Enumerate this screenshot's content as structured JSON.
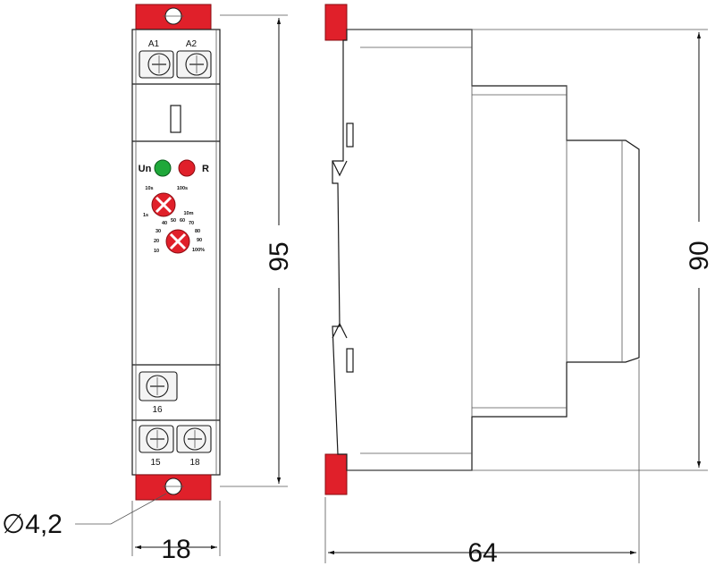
{
  "front_view": {
    "terminals_top": [
      "A1",
      "A2"
    ],
    "terminals_bottom_single": "16",
    "terminals_bottom_pair": [
      "15",
      "18"
    ],
    "led_labels": [
      "Un",
      "R"
    ],
    "led_colors": {
      "un": "#1fa83a",
      "r": "#e0202a"
    },
    "dial_time_labels": [
      "10s",
      "100s",
      "1s",
      "10m"
    ],
    "dial_percent_labels": [
      "40",
      "50",
      "60",
      "70",
      "30",
      "80",
      "20",
      "90",
      "10",
      "100%"
    ]
  },
  "dimensions": {
    "height_front": "95",
    "width_front": "18",
    "height_side": "90",
    "depth_side": "64",
    "hole_diameter": "∅4,2"
  },
  "colors": {
    "accent_red": "#e0202a",
    "led_green": "#1fa83a"
  }
}
